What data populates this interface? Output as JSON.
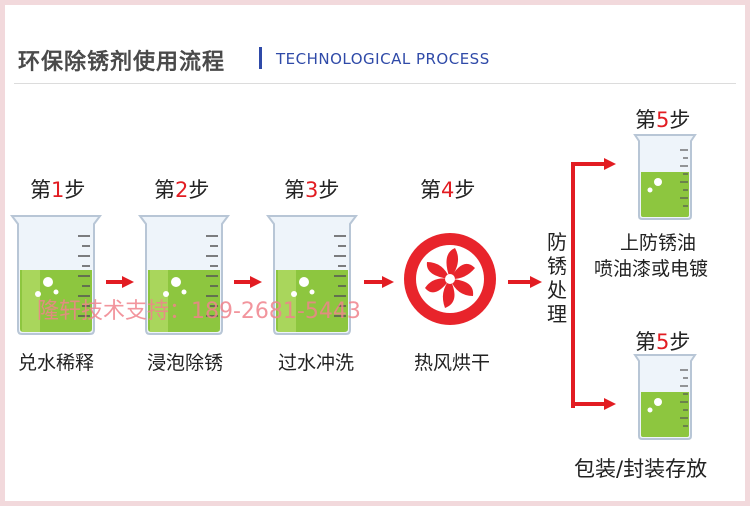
{
  "header": {
    "title": "环保除锈剂使用流程",
    "subtitle": "TECHNOLOGICAL PROCESS"
  },
  "steps": [
    {
      "prefix": "第",
      "num": "1",
      "suffix": "步",
      "label": "兑水稀释"
    },
    {
      "prefix": "第",
      "num": "2",
      "suffix": "步",
      "label": "浸泡除锈"
    },
    {
      "prefix": "第",
      "num": "3",
      "suffix": "步",
      "label": "过水冲洗"
    },
    {
      "prefix": "第",
      "num": "4",
      "suffix": "步",
      "label": "热风烘干"
    }
  ],
  "branch": {
    "label": "防锈处理",
    "upper": {
      "prefix": "第",
      "num": "5",
      "suffix": "步",
      "line1": "上防锈油",
      "line2": "喷油漆或电镀"
    },
    "lower": {
      "prefix": "第",
      "num": "5",
      "suffix": "步",
      "line1": "包装/封装存放"
    }
  },
  "watermark": "隆轩技术支持：189-2681-5443",
  "colors": {
    "accent": "#e21c22",
    "liquid": "#8dc63f",
    "title_blue": "#2f4aa8"
  }
}
